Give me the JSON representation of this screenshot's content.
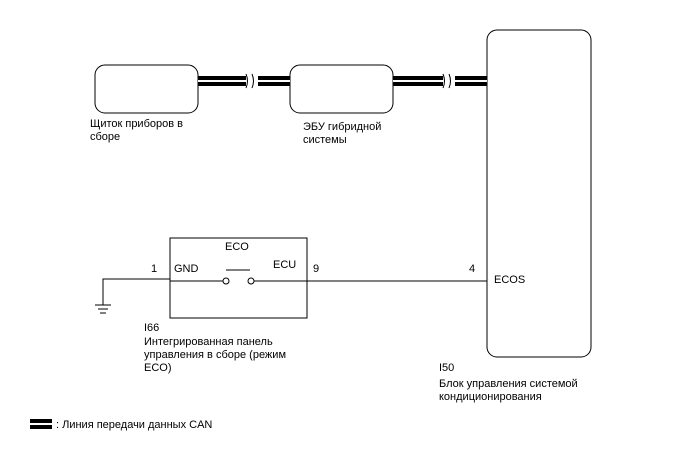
{
  "components": {
    "instrument_cluster": {
      "label": "Щиток приборов в\nсборе"
    },
    "hybrid_ecu": {
      "label": "ЭБУ гибридной\nсистемы"
    },
    "ac_control": {
      "connector": "I50",
      "label": "Блок управления системой\nкондиционирования",
      "pin": "4",
      "pin_name": "ECOS"
    },
    "control_panel": {
      "connector": "I66",
      "label": "Интегрированная панель\nуправления в сборе (режим\nECO)",
      "switch_label": "ECO",
      "pin_gnd": "1",
      "pin_gnd_name": "GND",
      "pin_ecu": "9",
      "pin_ecu_name": "ECU"
    }
  },
  "legend": {
    "text": ": Линия передачи данных CAN"
  }
}
